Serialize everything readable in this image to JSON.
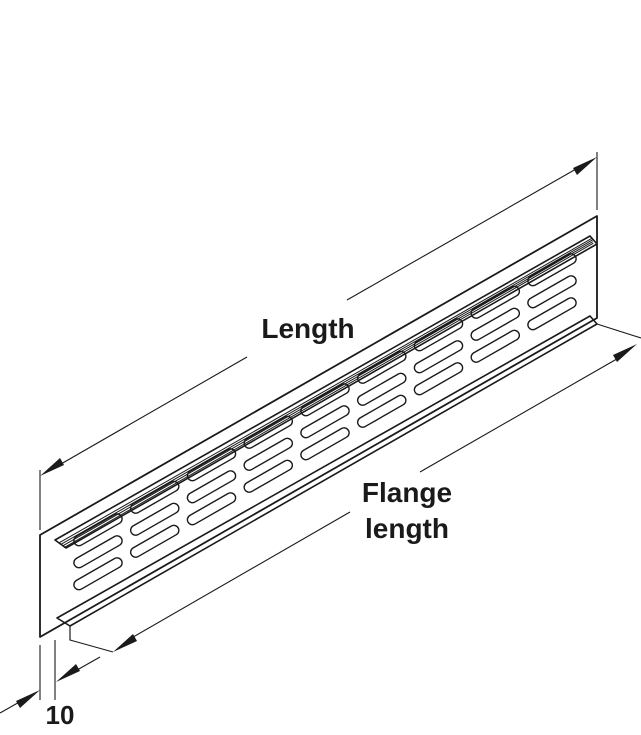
{
  "labels": {
    "length": "Length",
    "flange_line1": "Flange",
    "flange_line2": "length",
    "thickness": "10"
  },
  "colors": {
    "line": "#1a1a1a",
    "background": "#ffffff"
  },
  "diagram": {
    "subject": "ventilation-grille-strip",
    "slot_columns": 9,
    "slot_rows": 3
  }
}
